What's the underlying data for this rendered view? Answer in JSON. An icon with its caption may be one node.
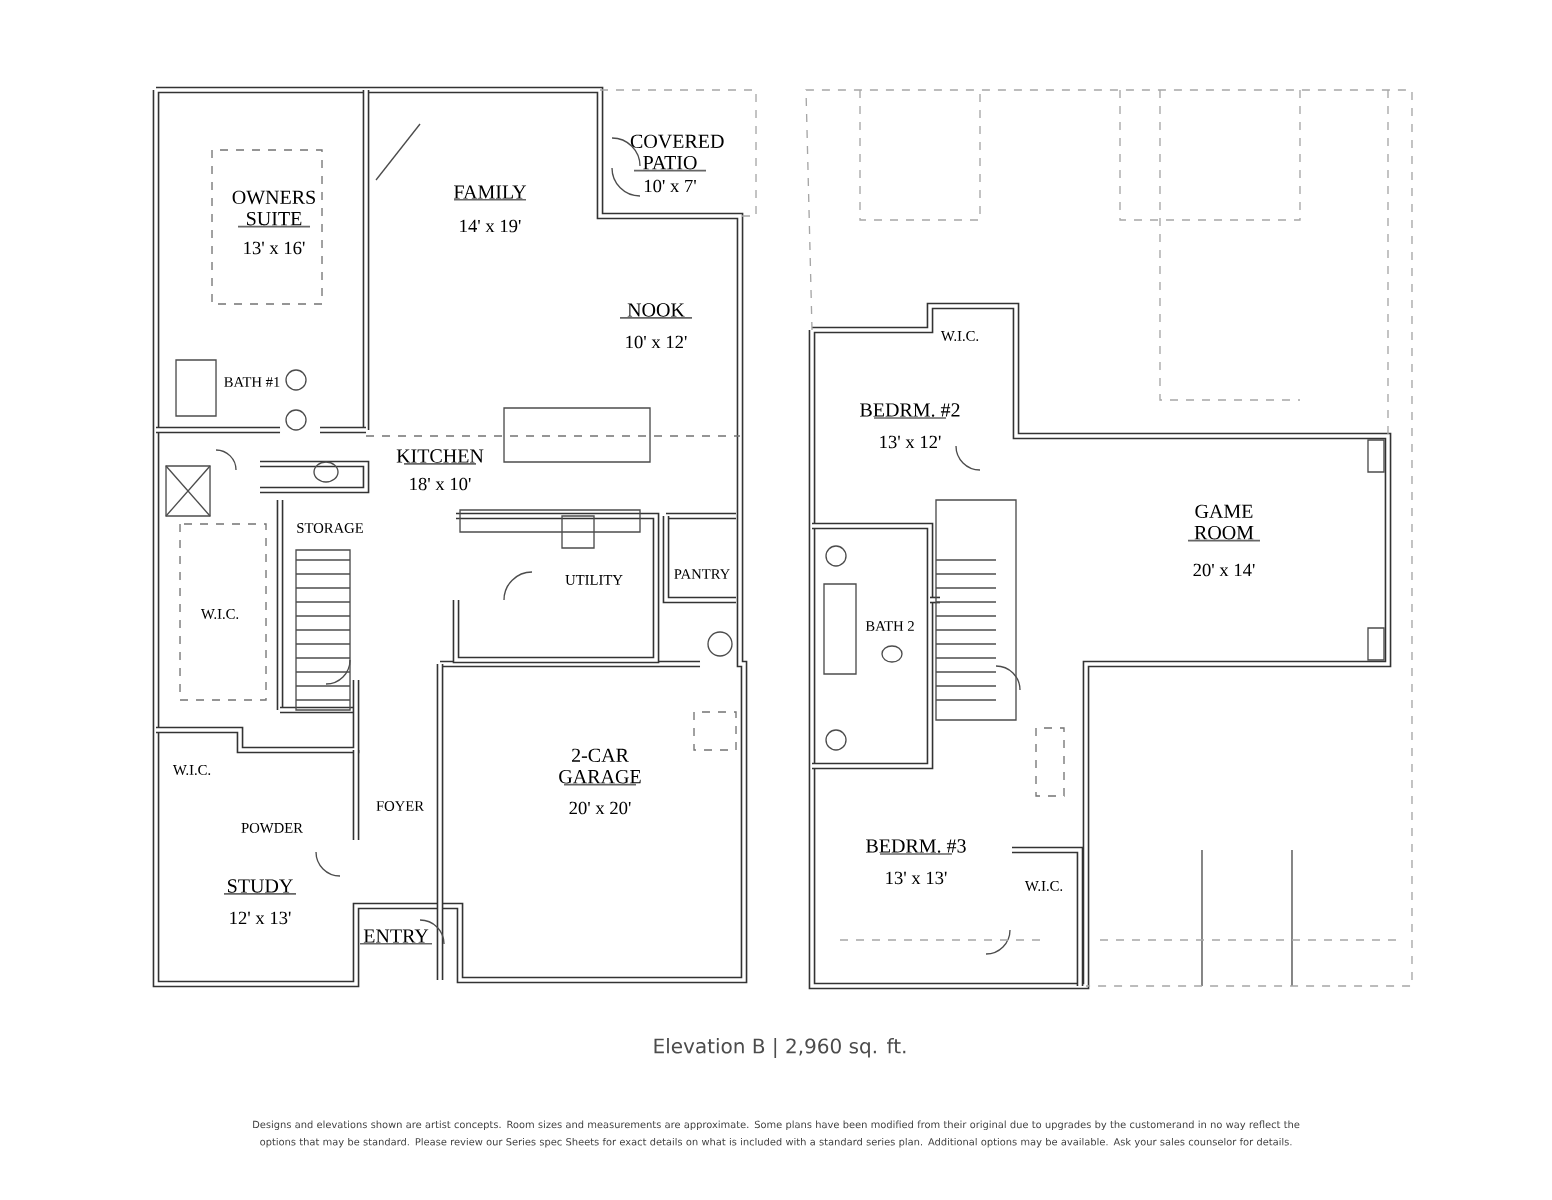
{
  "diagram": {
    "caption": "Elevation B | 2,960 sq. ft.",
    "labels": [
      "OWNERS SUITE",
      "13' x 16'",
      "FAMILY",
      "14' x 19'",
      "COVERED PATIO",
      "10' x 7'",
      "NOOK",
      "10' x 12'",
      "BATH #1",
      "KITCHEN",
      "18' x 10'",
      "STORAGE",
      "UTILITY",
      "PANTRY",
      "W.I.C.",
      "W.I.C.",
      "POWDER",
      "FOYER",
      "2-CAR GARAGE",
      "20' x 20'",
      "STUDY",
      "12' x 13'",
      "ENTRY",
      "W.I.C.",
      "BEDRM. #2",
      "13' x 12'",
      "GAME ROOM",
      "20' x 14'",
      "BATH 2",
      "BEDRM. #3",
      "13' x 13'",
      "W.I.C.",
      "Designs and elevations shown are artist concepts. Room sizes and measurements are approximate. Some plans have been modified from their original due to upgrades by the customerand in no way reflect the options that may be standard. Please review our Series spec Sheets for exact details on what is included with a standard series plan. Additional options may be available. Ask your sales counselor for details."
    ]
  }
}
